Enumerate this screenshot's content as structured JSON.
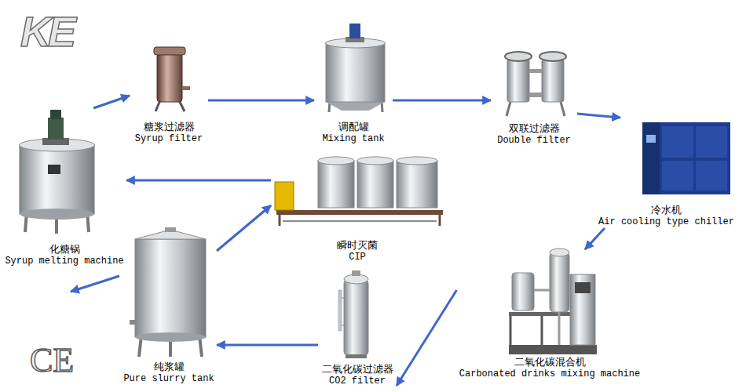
{
  "diagram": {
    "nodes": [
      {
        "text": [
          "化糖锅",
          "Syrup melting machine"
        ]
      },
      {
        "text": [
          "糖浆过滤器",
          "Syrup filter"
        ]
      },
      {
        "text": [
          "调配罐",
          "Mixing tank"
        ]
      },
      {
        "text": [
          "双联过滤器",
          "Double filter"
        ]
      },
      {
        "text": [
          "冷水机",
          "Air cooling type chiller"
        ]
      },
      {
        "text": [
          "瞬时灭菌",
          "CIP"
        ]
      },
      {
        "text": [
          "二氧化碳混合机",
          "Carbonated drinks mixing machine"
        ]
      },
      {
        "text": [
          "二氧化碳过滤器",
          "CO2 filter"
        ]
      },
      {
        "text": [
          "纯浆罐",
          "Pure slurry tank"
        ]
      }
    ],
    "edges": [
      {
        "from": 0,
        "to": 1,
        "arrow": "to"
      },
      {
        "from": 1,
        "to": 2,
        "arrow": "to"
      },
      {
        "from": 2,
        "to": 3,
        "arrow": "to"
      },
      {
        "from": 3,
        "to": 4,
        "arrow": "to"
      },
      {
        "from": 4,
        "to": 6,
        "arrow": "to"
      },
      {
        "from": 6,
        "to": 7,
        "arrow": "to"
      },
      {
        "from": 7,
        "to": 8,
        "arrow": "to"
      },
      {
        "from": 8,
        "to": 5,
        "arrow": "to"
      },
      {
        "from": 5,
        "to": 0,
        "arrow": "to"
      }
    ],
    "labels": [
      "KE",
      "CE"
    ]
  }
}
